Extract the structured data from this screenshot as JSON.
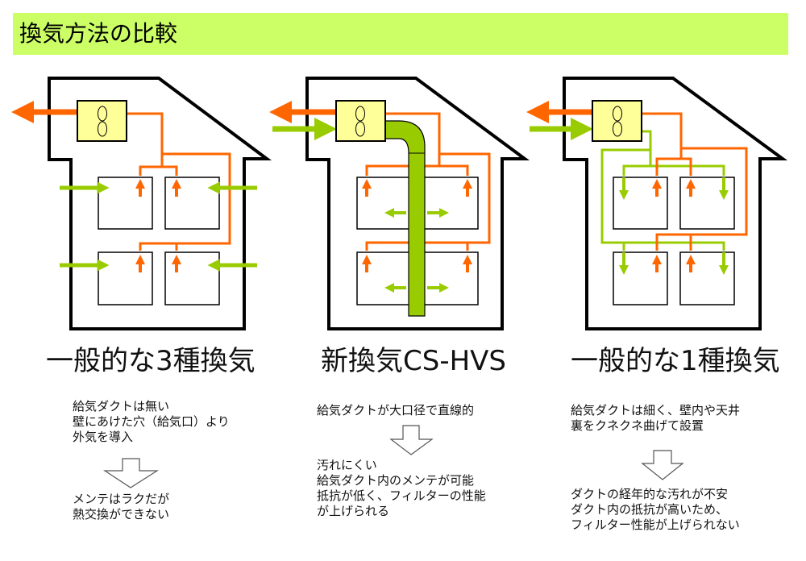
{
  "title": "換気方法の比較",
  "colors": {
    "title_bg": "#ccff66",
    "exhaust": "#ff6600",
    "supply": "#99cc00",
    "fan_box": "#ffff99",
    "outline": "#000000"
  },
  "legend_semantics": {
    "exhaust_arrow": "orange = exhaust air",
    "supply_arrow": "green = supply air"
  },
  "columns": [
    {
      "caption": "一般的な3種換気",
      "description": [
        "給気ダクトは無い",
        "壁にあけた穴（給気口）より",
        "外気を導入"
      ],
      "result": [
        "メンテはラクだが",
        "熱交換ができない"
      ]
    },
    {
      "caption": "新換気CS-HVS",
      "description": [
        "給気ダクトが大口径で直線的"
      ],
      "result": [
        "汚れにくい",
        "給気ダクト内のメンテが可能",
        "抵抗が低く、フィルターの性能",
        "が上げられる"
      ]
    },
    {
      "caption": "一般的な1種換気",
      "description": [
        "給気ダクトは細く、壁内や天井",
        "裏をクネクネ曲げて設置"
      ],
      "result": [
        "ダクトの経年的な汚れが不安",
        "ダクト内の抵抗が高いため、",
        "フィルター性能が上げられない"
      ]
    }
  ]
}
